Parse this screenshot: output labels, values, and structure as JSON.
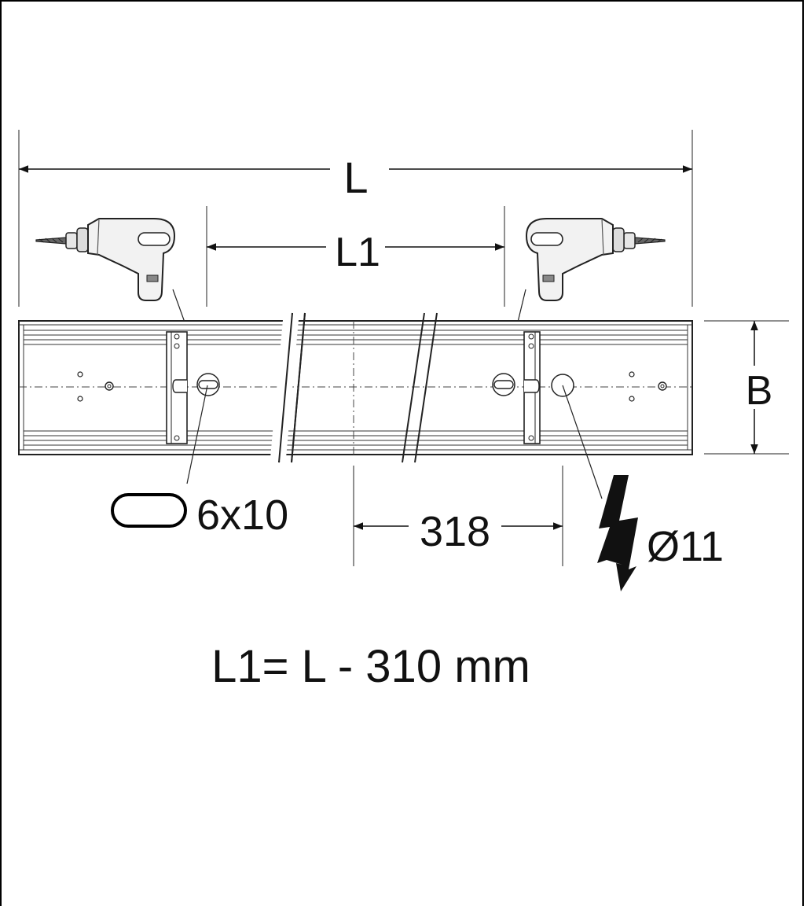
{
  "labels": {
    "overall_length": "L",
    "mounting_distance": "L1",
    "height": "B",
    "slot_size": "6x10",
    "hole_spacing": "318",
    "cable_hole": "Ø11"
  },
  "formula": "L1= L - 310 mm",
  "icons": [
    "drill-icon",
    "slot-icon",
    "lightning-icon"
  ]
}
